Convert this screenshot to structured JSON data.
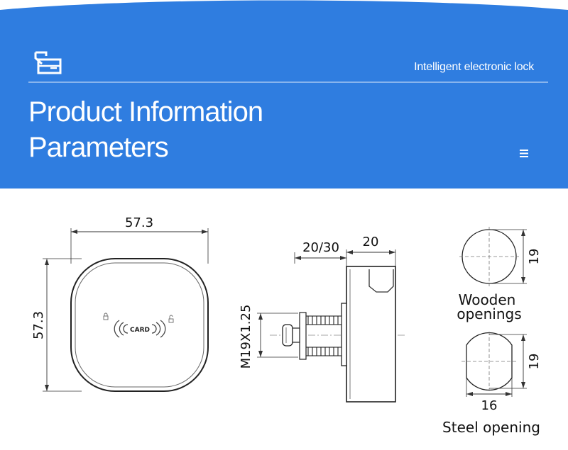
{
  "header": {
    "tagline": "Intelligent electronic lock",
    "title_line1": "Product Information",
    "title_line2": "Parameters",
    "logo_icon": "box-arrow-icon",
    "menu_icon": "hamburger-menu-icon",
    "colors": {
      "band": "#2f7de0",
      "text": "#ffffff"
    }
  },
  "drawing": {
    "front_view": {
      "width": "57.3",
      "height": "57.3",
      "card_label": "CARD"
    },
    "side_view": {
      "panel_thickness": "20/30",
      "body_depth": "20",
      "thread": "M19X1.25"
    },
    "wooden": {
      "diameter": "19",
      "caption_line1": "Wooden",
      "caption_line2": "openings"
    },
    "steel": {
      "diameter": "19",
      "flat_width": "16",
      "caption": "Steel opening"
    }
  }
}
